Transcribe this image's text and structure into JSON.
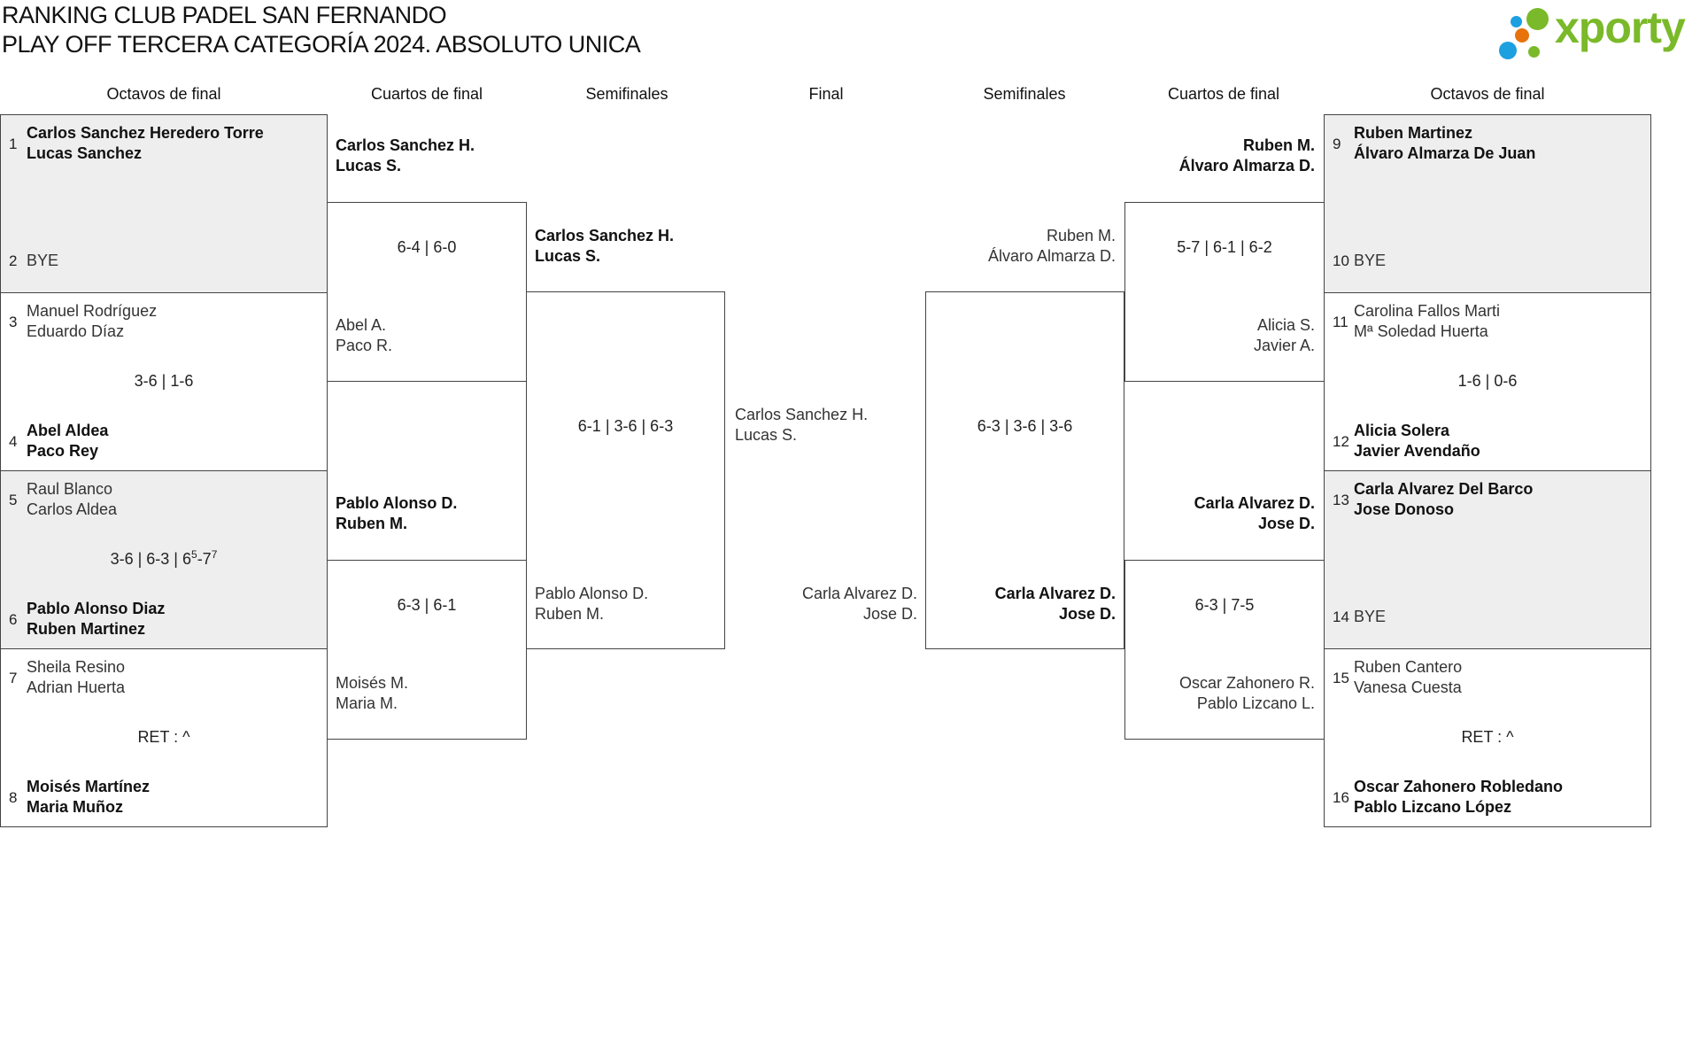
{
  "header": {
    "title_line1": "RANKING CLUB PADEL SAN FERNANDO",
    "title_line2": "PLAY OFF TERCERA CATEGORÍA 2024. ABSOLUTO UNICA",
    "logo_text": "xporty"
  },
  "colors": {
    "logo_green": "#7ab929",
    "logo_blue": "#1ca0e0",
    "logo_orange": "#e8730c",
    "shaded": "#eeeeee"
  },
  "rounds": {
    "left": [
      "Octavos de final",
      "Cuartos de final",
      "Semifinales"
    ],
    "final": "Final",
    "right": [
      "Semifinales",
      "Cuartos de final",
      "Octavos de final"
    ]
  },
  "left_octavos": [
    {
      "shaded": true,
      "score": [],
      "top": {
        "seed": "1",
        "names": [
          "Carlos Sanchez Heredero Torre",
          "Lucas Sanchez"
        ],
        "winner": true
      },
      "bottom": {
        "seed": "2",
        "names": [
          "BYE"
        ],
        "winner": false
      }
    },
    {
      "shaded": false,
      "score": [
        {
          "t": "3-6 | 1-6"
        }
      ],
      "top": {
        "seed": "3",
        "names": [
          "Manuel Rodríguez",
          "Eduardo Díaz"
        ],
        "winner": false
      },
      "bottom": {
        "seed": "4",
        "names": [
          "Abel Aldea",
          "Paco Rey"
        ],
        "winner": true
      }
    },
    {
      "shaded": true,
      "score": [
        {
          "t": "3-6 | 6-3 | 6"
        },
        {
          "sup": "5"
        },
        {
          "t": "-7"
        },
        {
          "sup": "7"
        }
      ],
      "top": {
        "seed": "5",
        "names": [
          "Raul Blanco",
          "Carlos Aldea"
        ],
        "winner": false
      },
      "bottom": {
        "seed": "6",
        "names": [
          "Pablo Alonso Diaz",
          "Ruben Martinez"
        ],
        "winner": true
      }
    },
    {
      "shaded": false,
      "score": [
        {
          "t": "RET : ^"
        }
      ],
      "top": {
        "seed": "7",
        "names": [
          "Sheila Resino",
          "Adrian Huerta"
        ],
        "winner": false
      },
      "bottom": {
        "seed": "8",
        "names": [
          "Moisés Martínez",
          "Maria Muñoz"
        ],
        "winner": true
      }
    }
  ],
  "left_cuartos": [
    {
      "score": [
        {
          "t": "6-4 | 6-0"
        }
      ],
      "top": {
        "names": [
          "Carlos Sanchez H.",
          "Lucas S."
        ],
        "winner": true
      },
      "bottom": {
        "names": [
          "Abel A.",
          "Paco R."
        ],
        "winner": false
      }
    },
    {
      "score": [
        {
          "t": "6-3 | 6-1"
        }
      ],
      "top": {
        "names": [
          "Pablo Alonso D.",
          "Ruben M."
        ],
        "winner": true
      },
      "bottom": {
        "names": [
          "Moisés M.",
          "Maria M."
        ],
        "winner": false
      }
    }
  ],
  "left_semi": {
    "score": [
      {
        "t": "6-1 | 3-6 | 6-3"
      }
    ],
    "top": {
      "names": [
        "Carlos Sanchez H.",
        "Lucas S."
      ],
      "winner": true
    },
    "bottom": {
      "names": [
        "Pablo Alonso D.",
        "Ruben M."
      ],
      "winner": false
    }
  },
  "final": {
    "top": {
      "names": [
        "Carlos Sanchez H.",
        "Lucas S."
      ],
      "winner": false
    },
    "bottom": {
      "names": [
        "Carla Alvarez D.",
        "Jose D."
      ],
      "winner": false
    }
  },
  "right_semi": {
    "score": [
      {
        "t": "6-3 | 3-6 | 3-6"
      }
    ],
    "top": {
      "names": [
        "Ruben M.",
        "Álvaro Almarza D."
      ],
      "winner": false
    },
    "bottom": {
      "names": [
        "Carla Alvarez D.",
        "Jose D."
      ],
      "winner": true
    }
  },
  "right_cuartos": [
    {
      "score": [
        {
          "t": "5-7 | 6-1 | 6-2"
        }
      ],
      "top": {
        "names": [
          "Ruben M.",
          "Álvaro Almarza D."
        ],
        "winner": true
      },
      "bottom": {
        "names": [
          "Alicia S.",
          "Javier A."
        ],
        "winner": false
      }
    },
    {
      "score": [
        {
          "t": "6-3 | 7-5"
        }
      ],
      "top": {
        "names": [
          "Carla Alvarez D.",
          "Jose D."
        ],
        "winner": true
      },
      "bottom": {
        "names": [
          "Oscar Zahonero R.",
          "Pablo Lizcano L."
        ],
        "winner": false
      }
    }
  ],
  "right_octavos": [
    {
      "shaded": true,
      "score": [],
      "top": {
        "seed": "9",
        "names": [
          "Ruben Martinez",
          "Álvaro Almarza De Juan"
        ],
        "winner": true
      },
      "bottom": {
        "seed": "10",
        "names": [
          "BYE"
        ],
        "winner": false
      }
    },
    {
      "shaded": false,
      "score": [
        {
          "t": "1-6 | 0-6"
        }
      ],
      "top": {
        "seed": "11",
        "names": [
          "Carolina Fallos Marti",
          "Mª Soledad Huerta"
        ],
        "winner": false
      },
      "bottom": {
        "seed": "12",
        "names": [
          "Alicia Solera",
          "Javier Avendaño"
        ],
        "winner": true
      }
    },
    {
      "shaded": true,
      "score": [],
      "top": {
        "seed": "13",
        "names": [
          "Carla Alvarez Del Barco",
          "Jose Donoso"
        ],
        "winner": true
      },
      "bottom": {
        "seed": "14",
        "names": [
          "BYE"
        ],
        "winner": false
      }
    },
    {
      "shaded": false,
      "score": [
        {
          "t": "RET : ^"
        }
      ],
      "top": {
        "seed": "15",
        "names": [
          "Ruben Cantero",
          "Vanesa Cuesta"
        ],
        "winner": false
      },
      "bottom": {
        "seed": "16",
        "names": [
          "Oscar Zahonero Robledano",
          "Pablo Lizcano López"
        ],
        "winner": true
      }
    }
  ]
}
